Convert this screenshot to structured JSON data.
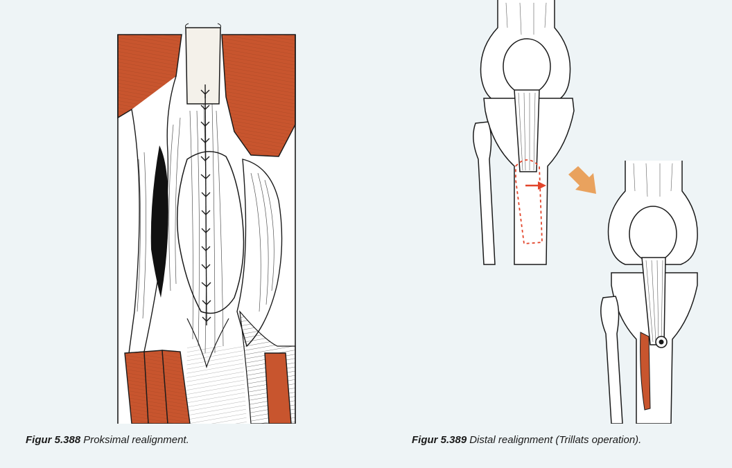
{
  "figures": [
    {
      "id": "5.388",
      "caption_label": "Figur 5.388",
      "caption_text": "Proksimal realignment."
    },
    {
      "id": "5.389",
      "caption_label": "Figur 5.389",
      "caption_text": "Distal realignment (Trillats operation)."
    }
  ],
  "colors": {
    "muscle": "#c8552e",
    "muscle_dark": "#a3401f",
    "line": "#1a1a1a",
    "bone": "#ffffff",
    "annotation": "#e2452b",
    "direction_arrow": "#e9a25e",
    "background": "#eef4f6"
  }
}
